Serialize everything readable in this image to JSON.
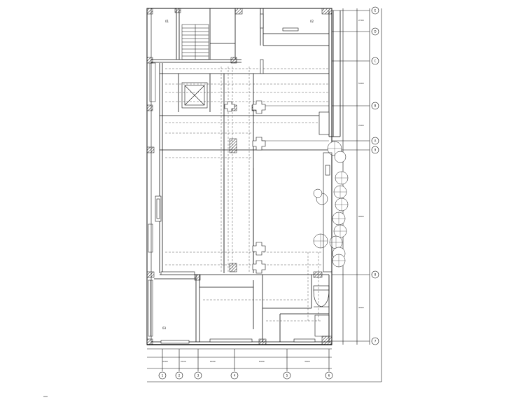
{
  "drawing": {
    "room_labels": [
      {
        "id": "top-left",
        "text": "01"
      },
      {
        "id": "top-right",
        "text": "02"
      },
      {
        "id": "bottom-left",
        "text": "03"
      }
    ],
    "axis_right": [
      "E",
      "D",
      "C",
      "B",
      "A",
      "9",
      "8",
      "7"
    ],
    "axis_bottom": [
      "1",
      "2",
      "3",
      "4",
      "5",
      "6"
    ],
    "dim_labels": [
      "3300",
      "6000",
      "2100",
      "8400",
      "3000",
      "2700",
      "5400",
      "9600",
      "4500",
      "2400"
    ],
    "colors": {
      "line": "#111111",
      "hatch": "#555555",
      "background": "#ffffff"
    }
  }
}
